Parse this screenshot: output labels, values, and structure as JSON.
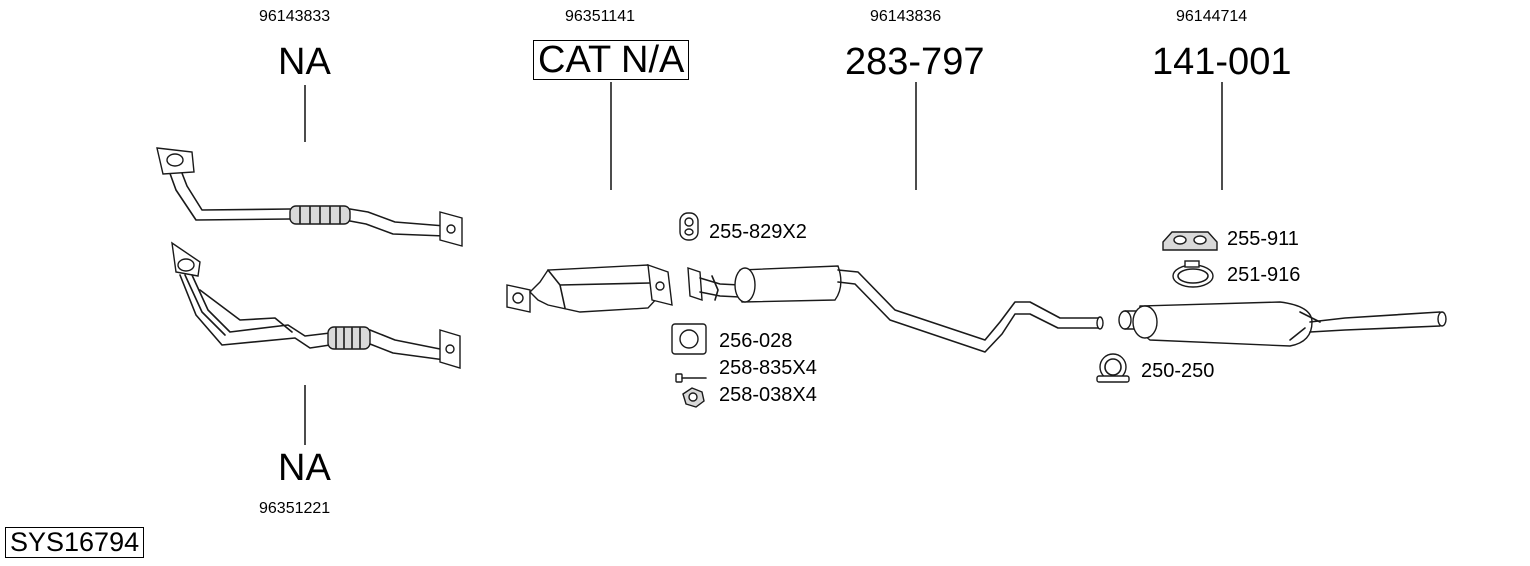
{
  "system_code": "SYS16794",
  "groups": [
    {
      "id": "front-pipe-upper",
      "oem": "96143833",
      "part": "NA"
    },
    {
      "id": "catalyst",
      "oem": "96351141",
      "part": "CAT N/A"
    },
    {
      "id": "middle-silencer",
      "oem": "96143836",
      "part": "283-797"
    },
    {
      "id": "rear-silencer",
      "oem": "96144714",
      "part": "141-001"
    },
    {
      "id": "front-pipe-lower",
      "oem": "96351221",
      "part": "NA"
    }
  ],
  "fittings": [
    {
      "id": "rubber-mount",
      "label": "255-829X2",
      "icon": "rubber-mount-icon"
    },
    {
      "id": "gasket",
      "label": "256-028",
      "icon": "gasket-icon"
    },
    {
      "id": "bolt",
      "label": "258-835X4",
      "icon": "bolt-icon"
    },
    {
      "id": "nut",
      "label": "258-038X4",
      "icon": "nut-icon"
    },
    {
      "id": "bracket",
      "label": "255-911",
      "icon": "bracket-icon"
    },
    {
      "id": "clamp-band",
      "label": "251-916",
      "icon": "clamp-band-icon"
    },
    {
      "id": "u-clamp",
      "label": "250-250",
      "icon": "u-clamp-icon"
    }
  ]
}
